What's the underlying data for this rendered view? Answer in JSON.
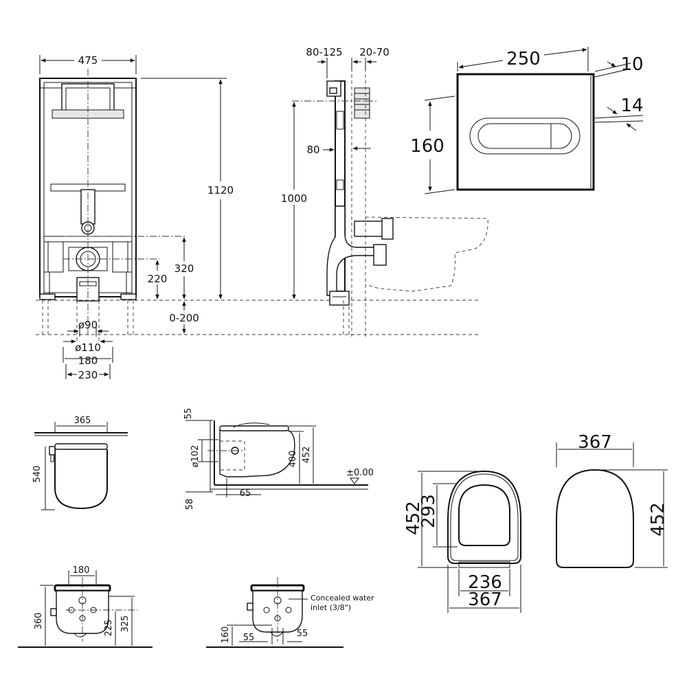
{
  "frame": {
    "width": "475",
    "height": "1120",
    "outlet_height": "320",
    "inlet_height": "220",
    "floor_adjust": "0-200",
    "pipe_d90": "ø90",
    "pipe_d110": "ø110",
    "width_180": "180",
    "width_230": "230"
  },
  "side": {
    "depth_range": "80-125",
    "wall_range": "20-70",
    "height": "1000",
    "frame_depth": "80"
  },
  "plate": {
    "width": "250",
    "height": "160",
    "thickness_10": "10",
    "thickness_14": "14"
  },
  "bowl_top": {
    "width": "365",
    "length": "540"
  },
  "bowl_side": {
    "top": "55",
    "pipe_d": "ø102",
    "height_400": "400",
    "height_452": "452",
    "offset_65": "65",
    "bottom_58": "58",
    "floor_ref": "±0.00"
  },
  "bowl_front": {
    "width": "180",
    "height_360": "360",
    "height_225": "225",
    "height_325": "325"
  },
  "bowl_rear": {
    "note_line1": "Concealed water",
    "note_line2": "inlet (3/8\")",
    "height_160": "160",
    "offset_55_a": "55",
    "offset_55_b": "55"
  },
  "seat": {
    "length": "452",
    "inner_length": "293",
    "inner_width": "236",
    "width": "367"
  },
  "lid": {
    "width": "367",
    "length": "452"
  }
}
